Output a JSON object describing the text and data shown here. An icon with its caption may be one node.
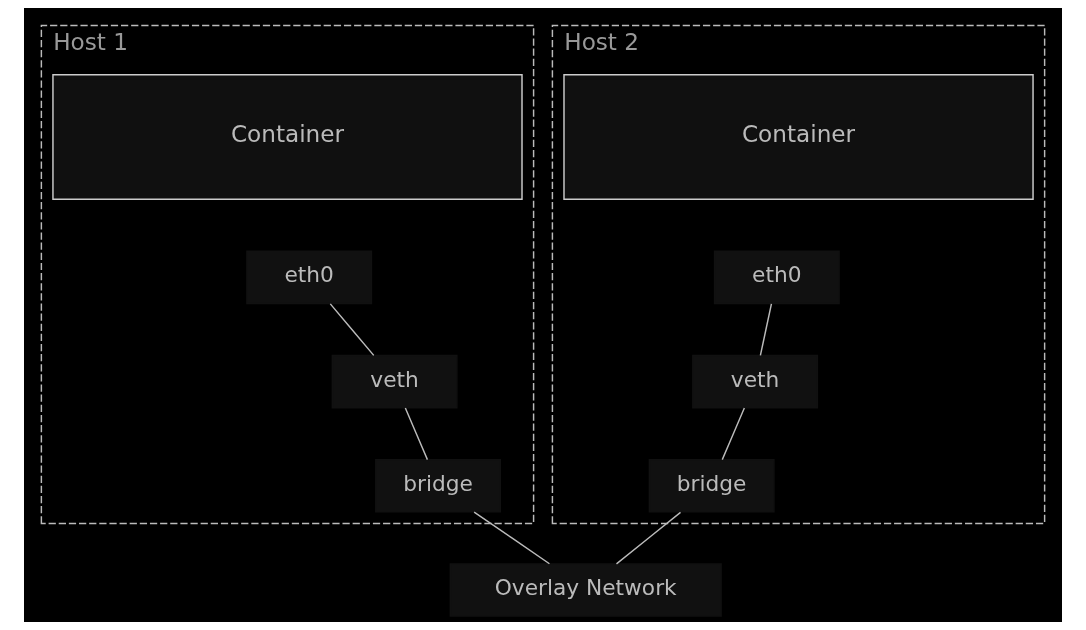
{
  "diagram": {
    "nodes": [
      {
        "text": [
          "Host 1"
        ]
      },
      {
        "text": [
          "Container"
        ],
        "in": 0
      },
      {
        "text": [
          "eth0"
        ],
        "in": 0
      },
      {
        "text": [
          "veth"
        ],
        "in": 0
      },
      {
        "text": [
          "bridge"
        ],
        "in": 0
      },
      {
        "text": [
          "Host 2"
        ]
      },
      {
        "text": [
          "Container"
        ],
        "in": 5
      },
      {
        "text": [
          "eth0"
        ],
        "in": 5
      },
      {
        "text": [
          "veth"
        ],
        "in": 5
      },
      {
        "text": [
          "bridge"
        ],
        "in": 5
      },
      {
        "text": [
          "Overlay Network"
        ]
      }
    ],
    "edges": [
      {
        "from": 2,
        "to": 3,
        "arrow": "none"
      },
      {
        "from": 3,
        "to": 4,
        "arrow": "none"
      },
      {
        "from": 4,
        "to": 10,
        "arrow": "none"
      },
      {
        "from": 7,
        "to": 8,
        "arrow": "none"
      },
      {
        "from": 8,
        "to": 9,
        "arrow": "none"
      },
      {
        "from": 9,
        "to": 10,
        "arrow": "none"
      }
    ]
  }
}
